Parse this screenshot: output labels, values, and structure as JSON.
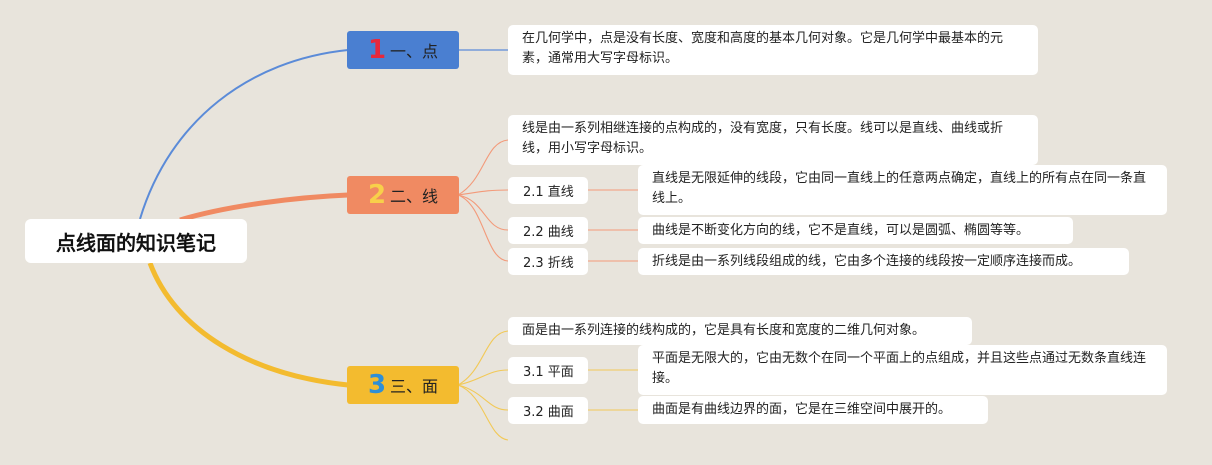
{
  "root": {
    "title": "点线面的知识笔记"
  },
  "branches": [
    {
      "num": "1",
      "label": "一、点",
      "color": "#4a7fd1",
      "num_color": "#e8283c",
      "line_color": "#5b8bd8",
      "desc": "在几何学中，点是没有长度、宽度和高度的基本几何对象。它是几何学中最基本的元素，通常用大写字母标识。",
      "subs": []
    },
    {
      "num": "2",
      "label": "二、线",
      "color": "#f08a62",
      "num_color": "#f8d04a",
      "line_color": "#f39a7a",
      "desc": "线是由一系列相继连接的点构成的，没有宽度，只有长度。线可以是直线、曲线或折线，用小写字母标识。",
      "subs": [
        {
          "label": "2.1 直线",
          "desc": "直线是无限延伸的线段，它由同一直线上的任意两点确定，直线上的所有点在同一条直线上。"
        },
        {
          "label": "2.2 曲线",
          "desc": "曲线是不断变化方向的线，它不是直线，可以是圆弧、椭圆等等。"
        },
        {
          "label": "2.3 折线",
          "desc": "折线是由一系列线段组成的线，它由多个连接的线段按一定顺序连接而成。"
        }
      ]
    },
    {
      "num": "3",
      "label": "三、面",
      "color": "#f3bb2f",
      "num_color": "#2f8fd6",
      "line_color": "#f2c957",
      "desc": "面是由一系列连接的线构成的，它是具有长度和宽度的二维几何对象。",
      "subs": [
        {
          "label": "3.1 平面",
          "desc": "平面是无限大的，它由无数个在同一个平面上的点组成，并且这些点通过无数条直线连接。"
        },
        {
          "label": "3.2 曲面",
          "desc": "曲面是有曲线边界的面，它是在三维空间中展开的。"
        }
      ]
    }
  ]
}
